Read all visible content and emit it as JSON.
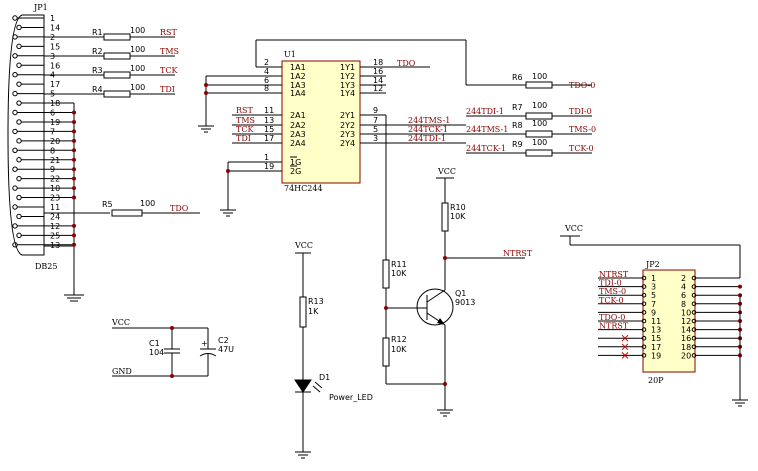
{
  "jp1": {
    "ref": "JP1",
    "type": "DB25",
    "pins": [
      "1",
      "14",
      "2",
      "15",
      "3",
      "16",
      "4",
      "17",
      "5",
      "18",
      "6",
      "19",
      "7",
      "20",
      "8",
      "21",
      "9",
      "22",
      "10",
      "23",
      "11",
      "24",
      "12",
      "25",
      "13"
    ]
  },
  "res": {
    "r1": {
      "ref": "R1",
      "val": "100",
      "net": "RST"
    },
    "r2": {
      "ref": "R2",
      "val": "100",
      "net": "TMS"
    },
    "r3": {
      "ref": "R3",
      "val": "100",
      "net": "TCK"
    },
    "r4": {
      "ref": "R4",
      "val": "100",
      "net": "TDI"
    },
    "r5": {
      "ref": "R5",
      "val": "100",
      "net": "TDO"
    },
    "r6": {
      "ref": "R6",
      "val": "100",
      "netl": "",
      "netr": "TDO-0"
    },
    "r7": {
      "ref": "R7",
      "val": "100",
      "netl": "244TDI-1",
      "netr": "TDI-0"
    },
    "r8": {
      "ref": "R8",
      "val": "100",
      "netl": "244TMS-1",
      "netr": "TMS-0"
    },
    "r9": {
      "ref": "R9",
      "val": "100",
      "netl": "244TCK-1",
      "netr": "TCK-0"
    }
  },
  "u1": {
    "ref": "U1",
    "type": "74HC244",
    "left": [
      {
        "pin": "2",
        "name": "1A1",
        "net": ""
      },
      {
        "pin": "4",
        "name": "1A2",
        "net": ""
      },
      {
        "pin": "6",
        "name": "1A3",
        "net": ""
      },
      {
        "pin": "8",
        "name": "1A4",
        "net": ""
      },
      {
        "pin": "11",
        "name": "2A1",
        "net": "RST"
      },
      {
        "pin": "13",
        "name": "2A2",
        "net": "TMS"
      },
      {
        "pin": "15",
        "name": "2A3",
        "net": "TCK"
      },
      {
        "pin": "17",
        "name": "2A4",
        "net": "TDI"
      }
    ],
    "right": [
      {
        "pin": "18",
        "name": "1Y1",
        "net": "TDO"
      },
      {
        "pin": "16",
        "name": "1Y2",
        "net": ""
      },
      {
        "pin": "14",
        "name": "1Y3",
        "net": ""
      },
      {
        "pin": "12",
        "name": "1Y4",
        "net": ""
      },
      {
        "pin": "9",
        "name": "2Y1",
        "net": ""
      },
      {
        "pin": "7",
        "name": "2Y2",
        "net": "244TMS-1"
      },
      {
        "pin": "5",
        "name": "2Y3",
        "net": "244TCK-1"
      },
      {
        "pin": "3",
        "name": "2Y4",
        "net": "244TDI-1"
      }
    ],
    "g1": {
      "pin": "1",
      "name": "1G"
    },
    "g2": {
      "pin": "19",
      "name": "2G"
    }
  },
  "rail": {
    "vcc": "VCC",
    "gnd": "GND"
  },
  "caps": {
    "c1": {
      "ref": "C1",
      "val": "104"
    },
    "c2": {
      "ref": "C2",
      "val": "47U"
    }
  },
  "r13": {
    "ref": "R13",
    "val": "1K"
  },
  "d1": {
    "ref": "D1",
    "val": "Power_LED"
  },
  "r10": {
    "ref": "R10",
    "val": "10K"
  },
  "r11": {
    "ref": "R11",
    "val": "10K"
  },
  "r12": {
    "ref": "R12",
    "val": "10K"
  },
  "q1": {
    "ref": "Q1",
    "val": "9013"
  },
  "ntrst": "NTRST",
  "jp2": {
    "ref": "JP2",
    "type": "20P",
    "pins": [
      [
        "1",
        "2"
      ],
      [
        "3",
        "4"
      ],
      [
        "5",
        "6"
      ],
      [
        "7",
        "8"
      ],
      [
        "9",
        "10"
      ],
      [
        "11",
        "12"
      ],
      [
        "13",
        "14"
      ],
      [
        "15",
        "16"
      ],
      [
        "17",
        "18"
      ],
      [
        "19",
        "20"
      ]
    ],
    "nets": [
      "NTRST",
      "TDI-0",
      "TMS-0",
      "TCK-0",
      "",
      "TDO-0",
      "NTRST",
      "",
      "",
      ""
    ]
  },
  "colors": {
    "wire": "#000000",
    "net": "#8b0000",
    "junction": "#8b0000",
    "jp2_inner": "#8a8aff"
  }
}
